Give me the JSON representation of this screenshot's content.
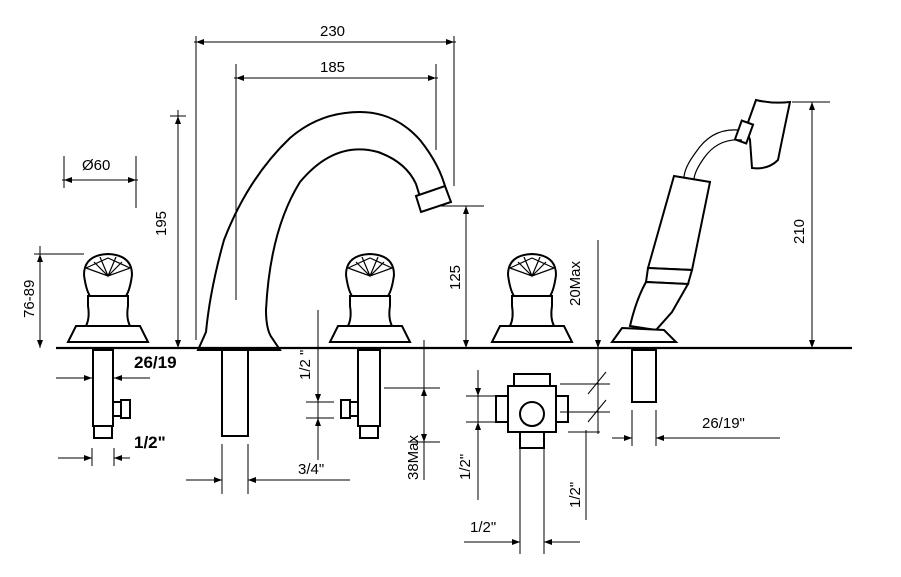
{
  "dimensions": {
    "spout_overall_width": "230",
    "spout_reach": "185",
    "spout_height": "195",
    "spout_outlet_height": "125",
    "handle_diameter": "Ø60",
    "handle_height": "76-89",
    "deck_hole": "26/19",
    "thread_left": "1/2\"",
    "spout_shank": "3/4\"",
    "thread_valve": "1/2 \"",
    "shank_length": "38Max",
    "diverter_height": "20Max",
    "diverter_thread_left": "1/2\"",
    "diverter_thread_right": "1/2\"",
    "diverter_bottom": "1/2\"",
    "handshower_height": "210",
    "handshower_hole": "26/19\""
  }
}
